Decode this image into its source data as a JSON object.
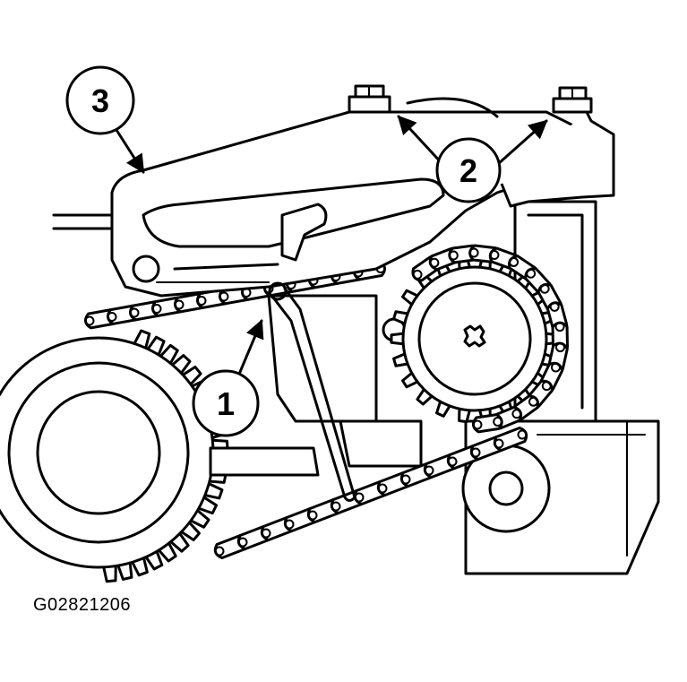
{
  "callouts": [
    {
      "id": "callout-1",
      "label": "1"
    },
    {
      "id": "callout-2",
      "label": "2"
    },
    {
      "id": "callout-3",
      "label": "3"
    }
  ],
  "figure_id": "G02821206"
}
